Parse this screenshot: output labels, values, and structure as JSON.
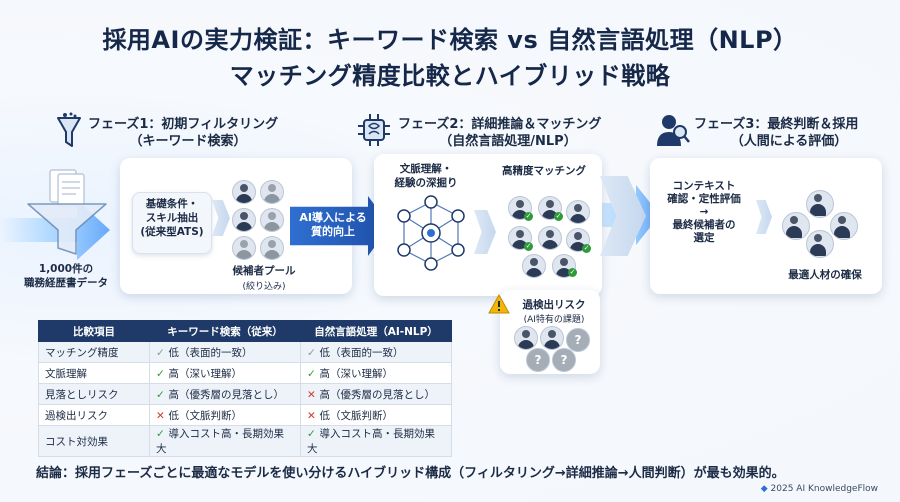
{
  "title": {
    "line1": "採用AIの実力検証：キーワード検索 vs 自然言語処理（NLP）",
    "line2": "マッチング精度比較とハイブリッド戦略"
  },
  "phase1": {
    "header": "フェーズ1：初期フィルタリング",
    "header_sub": "（キーワード検索）",
    "input_label_1": "1,000件の",
    "input_label_2": "職務経歴書データ",
    "filter_box": "基礎条件・\nスキル抽出\n(従来型ATS)",
    "pool_label": "候補者プール",
    "pool_sub": "(絞り込み)"
  },
  "arrow_ai": "AI導入による\n質的向上",
  "phase2": {
    "header": "フェーズ2：詳細推論＆マッチング",
    "header_sub": "（自然言語処理/NLP）",
    "context_label": "文脈理解・\n経験の深掘り",
    "match_label": "高精度マッチング",
    "risk_title": "過検出リスク",
    "risk_sub": "(AI特有の課題)"
  },
  "phase3": {
    "header": "フェーズ3：最終判断＆採用",
    "header_sub": "（人間による評価）",
    "eval_text": "コンテキスト\n確認・定性評価\n→\n最終候補者の\n選定",
    "result_label": "最適人材の確保"
  },
  "table": {
    "headers": [
      "比較項目",
      "キーワード検索（従来）",
      "自然言語処理（AI-NLP）"
    ],
    "rows": [
      {
        "item": "マッチング精度",
        "kw_icon": "gray-check",
        "kw": "低（表面的一致）",
        "nlp_icon": "gray-check",
        "nlp": "低（表面的一致）"
      },
      {
        "item": "文脈理解",
        "kw_icon": "check",
        "kw": "高（深い理解）",
        "nlp_icon": "check",
        "nlp": "高（深い理解）"
      },
      {
        "item": "見落としリスク",
        "kw_icon": "check",
        "kw": "高（優秀層の見落とし）",
        "nlp_icon": "cross",
        "nlp": "高（優秀層の見落とし）"
      },
      {
        "item": "過検出リスク",
        "kw_icon": "cross",
        "kw": "低（文脈判断）",
        "nlp_icon": "cross",
        "nlp": "低（文脈判断）"
      },
      {
        "item": "コスト対効果",
        "kw_icon": "check",
        "kw": "導入コスト高・長期効果大",
        "nlp_icon": "check",
        "nlp": "導入コスト高・長期効果大"
      }
    ]
  },
  "conclusion": "結論：採用フェーズごとに最適なモデルを使い分けるハイブリッド構成（フィルタリング→詳細推論→人間判断）が最も効果的。",
  "footer": "2025 AI KnowledgeFlow",
  "colors": {
    "navy": "#1f3a68",
    "accent_blue": "#2f6fd1",
    "check": "#2e9a3a",
    "cross": "#d23a2a",
    "warning": "#f2b705"
  }
}
